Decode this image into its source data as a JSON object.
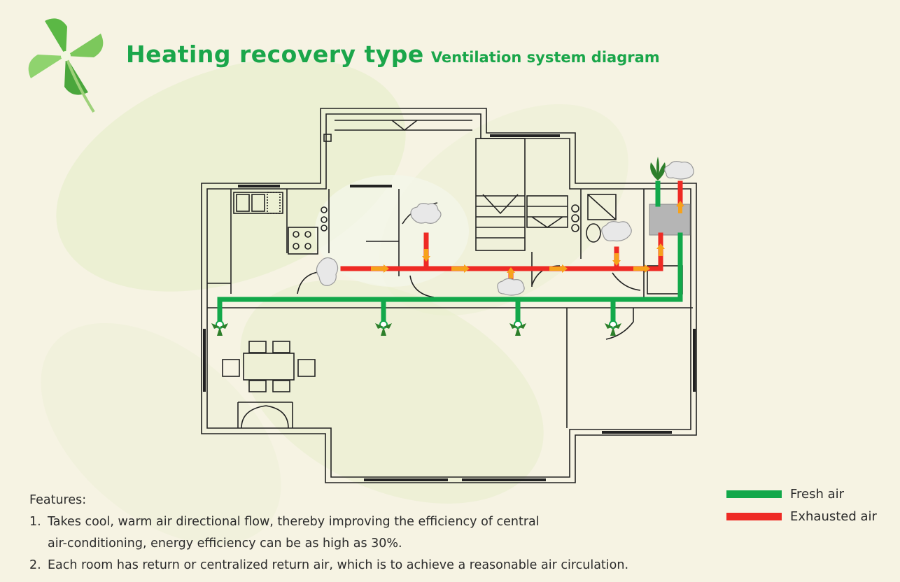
{
  "title": {
    "main": "Heating recovery type",
    "sub": "Ventilation system diagram"
  },
  "colors": {
    "fresh": "#12a84a",
    "exhaust": "#ee2a24",
    "title": "#1aa64a",
    "wall": "#222222"
  },
  "legend": {
    "fresh_label": "Fresh air",
    "exhaust_label": "Exhausted air"
  },
  "features": {
    "heading": "Features:",
    "items": [
      {
        "num": "1.",
        "line1": "Takes cool, warm air directional flow, thereby improving the efficiency of central",
        "line2": "air-conditioning, energy efficiency can be as high as 30%."
      },
      {
        "num": "2.",
        "line1": "Each room has return or centralized return air, which is to achieve a reasonable air circulation."
      }
    ]
  }
}
